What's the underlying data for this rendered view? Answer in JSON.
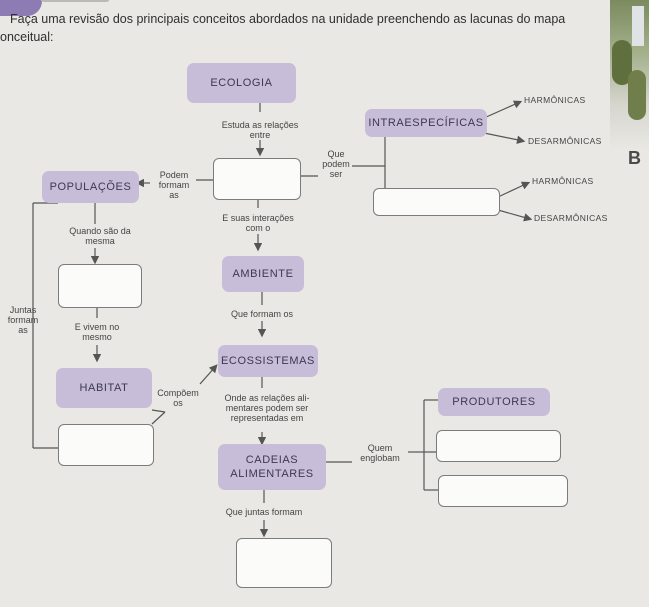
{
  "instructions": {
    "line1": "Faça uma revisão dos principais conceitos abordados na unidade preenchendo as lacunas do mapa",
    "line2": "onceitual:"
  },
  "nodes": {
    "ecologia": "ECOLOGIA",
    "intraespecificas": "INTRAESPECÍFICAS",
    "populacoes": "POPULAÇÕES",
    "ambiente": "AMBIENTE",
    "ecossistemas": "ECOSSISTEMAS",
    "habitat": "HABITAT",
    "cadeias_l1": "CADEIAS",
    "cadeias_l2": "ALIMENTARES",
    "produtores": "PRODUTORES"
  },
  "labels": {
    "estuda_l1": "Estuda as relações",
    "estuda_l2": "entre",
    "que_podem_l1": "Que",
    "que_podem_l2": "podem",
    "que_podem_l3": "ser",
    "podem_formam_l1": "Podem",
    "podem_formam_l2": "formam",
    "podem_formam_l3": "as",
    "quando_l1": "Quando são da",
    "quando_l2": "mesma",
    "interacoes_l1": "E suas interações",
    "interacoes_l2": "com o",
    "juntas_l1": "Juntas",
    "juntas_l2": "formam",
    "juntas_l3": "as",
    "vivem_l1": "E vivem no",
    "vivem_l2": "mesmo",
    "que_formam": "Que formam os",
    "compoem_l1": "Compõem",
    "compoem_l2": "os",
    "onde_l1": "Onde as relações ali-",
    "onde_l2": "mentares podem ser",
    "onde_l3": "representadas em",
    "quem_l1": "Quem",
    "quem_l2": "englobam",
    "juntas_formam": "Que juntas formam"
  },
  "side_captions": {
    "harm1": "HARMÔNICAS",
    "desarm1": "DESARMÔNICAS",
    "harm2": "HARMÔNICAS",
    "desarm2": "DESARMÔNICAS"
  },
  "edge_letter": "B"
}
